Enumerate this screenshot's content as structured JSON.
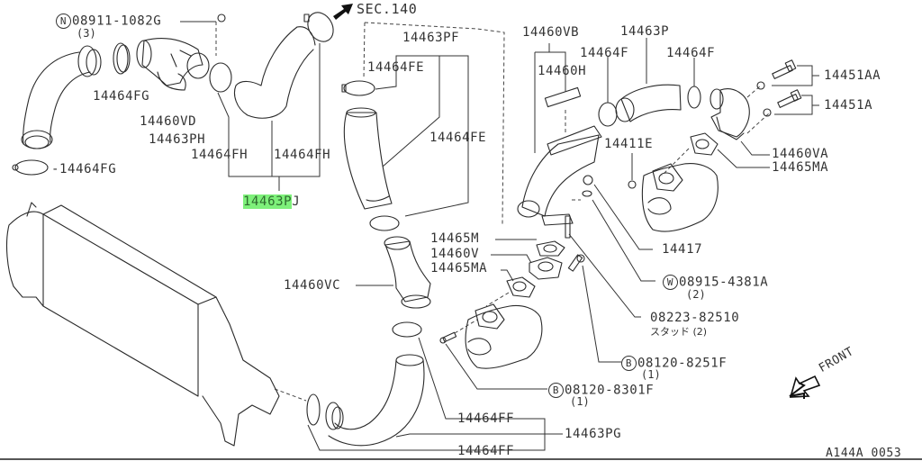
{
  "diagram": {
    "type": "exploded-parts-diagram",
    "subject": "Intercooler / turbo air ducting",
    "figure_code": "A144A 0053",
    "section_ref": "SEC.140",
    "orientation_label": "FRONT",
    "highlight_color": "#7ef07a",
    "highlighted_part": "14463PJ"
  },
  "labels": {
    "n_08911": {
      "prefix": "N",
      "number": "08911-1082G",
      "qty": "(3)"
    },
    "p14464FG_a": "14464FG",
    "p14460VD": "14460VD",
    "p14463PH": "14463PH",
    "p14464FG_b": "-14464FG",
    "p14464FH_a": "14464FH",
    "p14464FH_b": "14464FH",
    "p14463PJ_main": "14463P",
    "p14463PJ_tail": "J",
    "sec140": "SEC.140",
    "p14463PF": "14463PF",
    "p14464FE_a": "14464FE",
    "p14464FE_b": "14464FE",
    "p14460VB": "14460VB",
    "p14460H": "14460H",
    "p14464F_a": "14464F",
    "p14463P": "14463P",
    "p14464F_b": "14464F",
    "p14451AA": "14451AA",
    "p14451A": "14451A",
    "p14411E": "14411E",
    "p14460VA": "14460VA",
    "p14465MA_a": "14465MA",
    "p14417": "14417",
    "p14465M": "14465M",
    "p14460V": "14460V",
    "p14465MA_b": "14465MA",
    "p14460VC": "14460VC",
    "w_08915": {
      "prefix": "W",
      "number": "08915-4381A",
      "qty": "(2)"
    },
    "stud_08223": {
      "number": "08223-82510",
      "note": "スタッド (2)"
    },
    "b_08120_8251": {
      "prefix": "B",
      "number": "08120-8251F",
      "qty": "(1)"
    },
    "b_08120_8301": {
      "prefix": "B",
      "number": "08120-8301F",
      "qty": "(1)"
    },
    "p14464FF_a": "14464FF",
    "p14463PG": "14463PG",
    "p14464FF_b": "14464FF",
    "front": "FRONT",
    "figure_code": "A144A 0053"
  }
}
